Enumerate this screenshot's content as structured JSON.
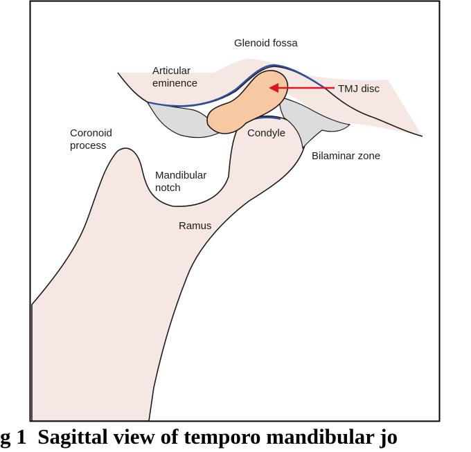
{
  "labels": {
    "glenoid_fossa": "Glenoid fossa",
    "articular_eminence_line1": "Articular",
    "articular_eminence_line2": "eminence",
    "tmj_disc": "TMJ disc",
    "coronoid_process_line1": "Coronoid",
    "coronoid_process_line2": "process",
    "condyle": "Condyle",
    "bilaminar_zone": "Bilaminar zone",
    "mandibular_notch_line1": "Mandibular",
    "mandibular_notch_line2": "notch",
    "ramus": "Ramus"
  },
  "caption": "g 1  Sagittal view of temporo mandibular jo",
  "colors": {
    "bone": "#f7e7e3",
    "disc": "#f7c9a2",
    "ligament": "#dcdcdc",
    "cartilage_line": "#2e4fa0",
    "arrow": "#e0141e",
    "outline": "#1a1a1a",
    "frame": "#000000"
  }
}
